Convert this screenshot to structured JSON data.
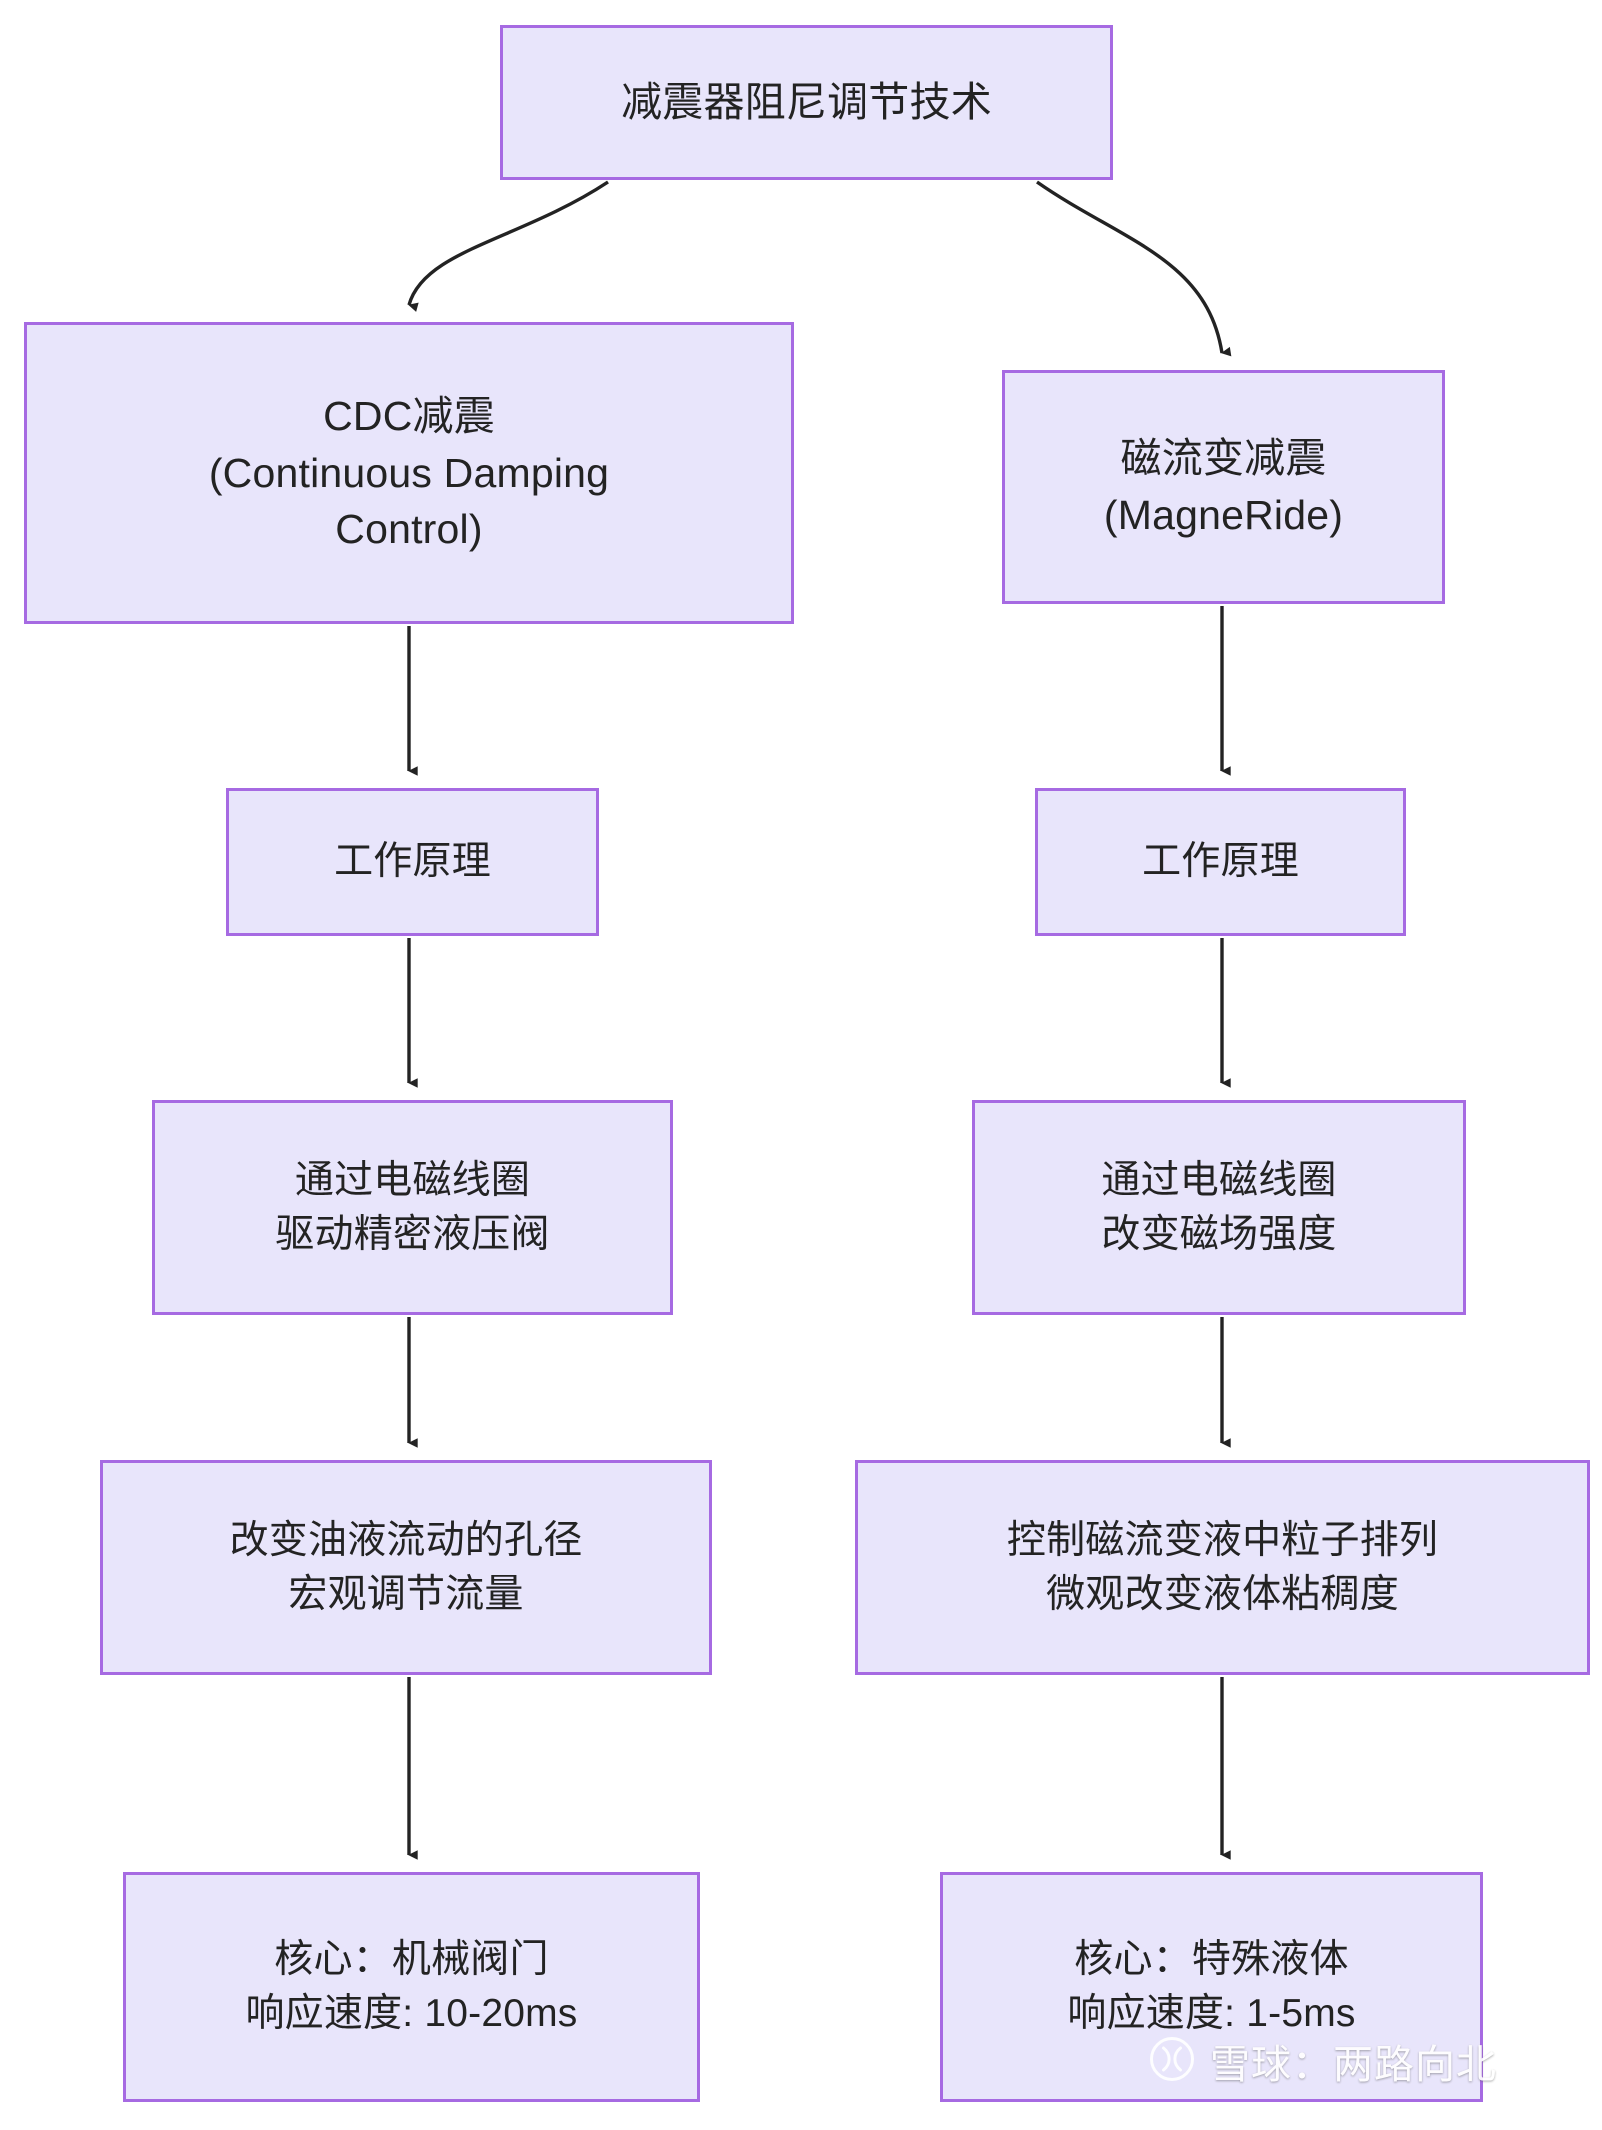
{
  "diagram": {
    "type": "flowchart",
    "orientation": "top-down",
    "title": "减震器阻尼调节技术",
    "colors": {
      "node_fill": "#e8e5fb",
      "node_border": "#a66ae2",
      "text": "#232323",
      "edge": "#232323",
      "background": "#ffffff"
    },
    "nodes": {
      "root": {
        "lines": [
          "减震器阻尼调节技术"
        ]
      },
      "cdc": {
        "lines": [
          "CDC减震",
          "(Continuous Damping",
          "Control)"
        ]
      },
      "magneride": {
        "lines": [
          "磁流变减震",
          "(MagneRide)"
        ]
      },
      "principle_left": {
        "lines": [
          "工作原理"
        ]
      },
      "principle_right": {
        "lines": [
          "工作原理"
        ]
      },
      "mechanism_left": {
        "lines": [
          "通过电磁线圈",
          "驱动精密液压阀"
        ]
      },
      "mechanism_right": {
        "lines": [
          "通过电磁线圈",
          "改变磁场强度"
        ]
      },
      "effect_left": {
        "lines": [
          "改变油液流动的孔径",
          "宏观调节流量"
        ]
      },
      "effect_right": {
        "lines": [
          "控制磁流变液中粒子排列",
          "微观改变液体粘稠度"
        ]
      },
      "core_left": {
        "lines": [
          "核心：机械阀门",
          "响应速度: 10-20ms"
        ]
      },
      "core_right": {
        "lines": [
          "核心：特殊液体",
          "响应速度: 1-5ms"
        ]
      }
    },
    "edges": [
      {
        "from": "root",
        "to": "cdc",
        "style": "curved-arrow"
      },
      {
        "from": "root",
        "to": "magneride",
        "style": "curved-arrow"
      },
      {
        "from": "cdc",
        "to": "principle_left",
        "style": "straight-arrow"
      },
      {
        "from": "magneride",
        "to": "principle_right",
        "style": "straight-arrow"
      },
      {
        "from": "principle_left",
        "to": "mechanism_left",
        "style": "straight-arrow"
      },
      {
        "from": "principle_right",
        "to": "mechanism_right",
        "style": "straight-arrow"
      },
      {
        "from": "mechanism_left",
        "to": "effect_left",
        "style": "straight-arrow"
      },
      {
        "from": "mechanism_right",
        "to": "effect_right",
        "style": "straight-arrow"
      },
      {
        "from": "effect_left",
        "to": "core_left",
        "style": "straight-arrow"
      },
      {
        "from": "effect_right",
        "to": "core_right",
        "style": "straight-arrow"
      }
    ]
  },
  "watermark": {
    "text": "雪球：两路向北",
    "icon": "xueqiu-logo-icon"
  }
}
